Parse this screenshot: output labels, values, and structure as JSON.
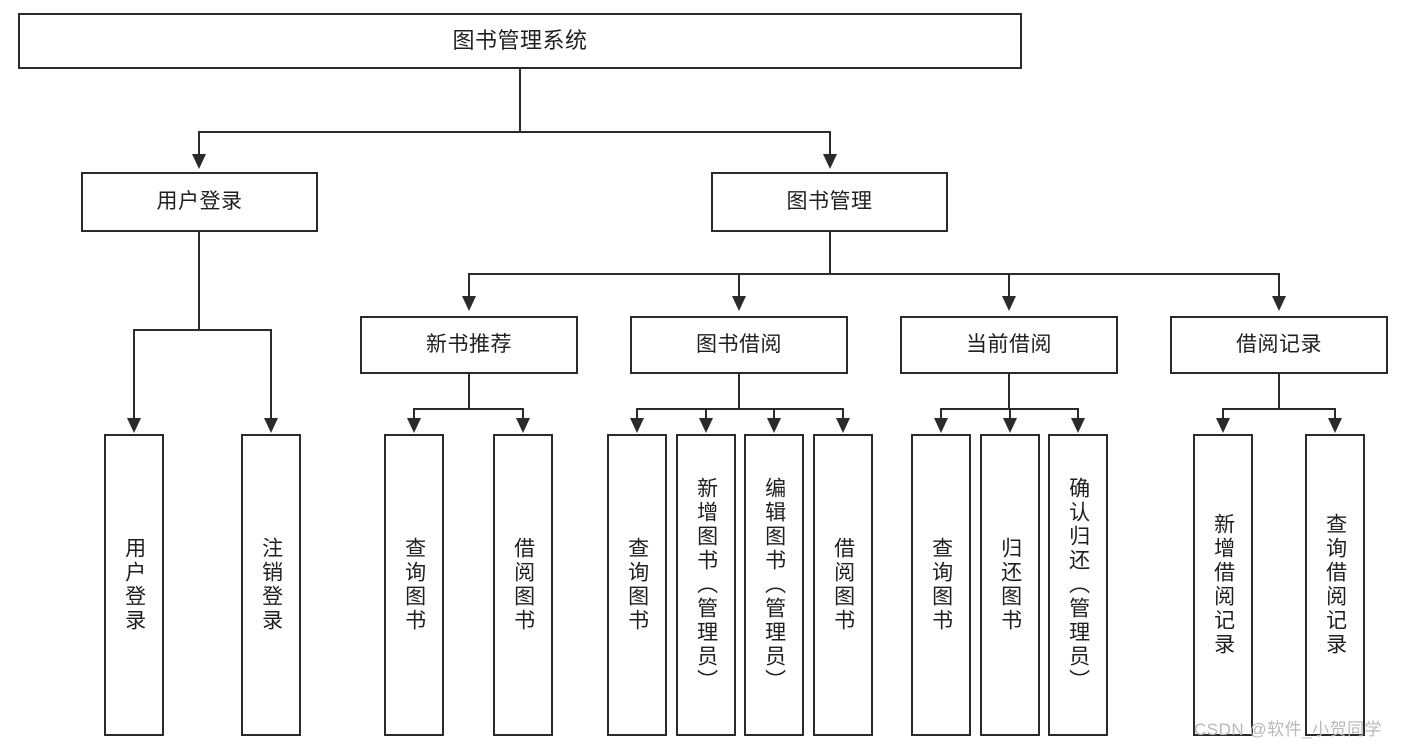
{
  "diagram": {
    "title": "图书管理系统",
    "type": "tree",
    "root": {
      "label": "图书管理系统"
    },
    "level2": [
      {
        "label": "用户登录"
      },
      {
        "label": "图书管理"
      }
    ],
    "level3": [
      {
        "label": "新书推荐"
      },
      {
        "label": "图书借阅"
      },
      {
        "label": "当前借阅"
      },
      {
        "label": "借阅记录"
      }
    ],
    "leaves": {
      "user_login": [
        {
          "label": "用户登录"
        },
        {
          "label": "注销登录"
        }
      ],
      "new_book_recommend": [
        {
          "label": "查询图书"
        },
        {
          "label": "借阅图书"
        }
      ],
      "book_borrow": [
        {
          "label": "查询图书"
        },
        {
          "label": "新增图书（管理员）"
        },
        {
          "label": "编辑图书（管理员）"
        },
        {
          "label": "借阅图书"
        }
      ],
      "current_borrow": [
        {
          "label": "查询图书"
        },
        {
          "label": "归还图书"
        },
        {
          "label": "确认归还（管理员）"
        }
      ],
      "borrow_record": [
        {
          "label": "新增借阅记录"
        },
        {
          "label": "查询借阅记录"
        }
      ]
    }
  },
  "watermark": {
    "text": "CSDN @软件_小贺同学"
  },
  "colors": {
    "stroke": "#2b2b2b",
    "background": "#ffffff",
    "text": "#1f1f1f",
    "watermark": "#b9b9b9"
  }
}
